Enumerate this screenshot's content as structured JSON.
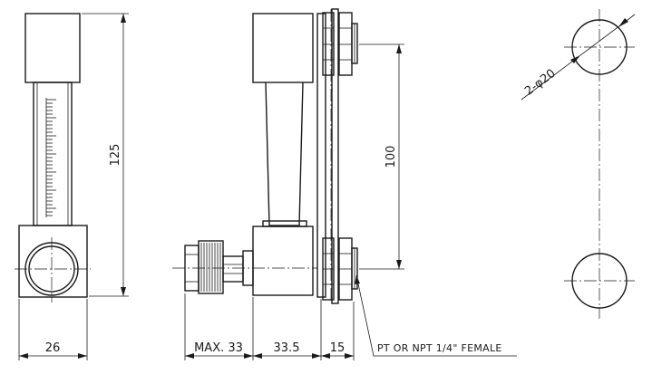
{
  "dimensions": {
    "height_total": "125",
    "width_body": "26",
    "max_knob": "MAX. 33",
    "depth_body": "33.5",
    "panel": "15",
    "mount_spacing": "100",
    "holes": "2-φ20"
  },
  "callouts": {
    "connection": "PT OR NPT 1/4\" FEMALE"
  }
}
